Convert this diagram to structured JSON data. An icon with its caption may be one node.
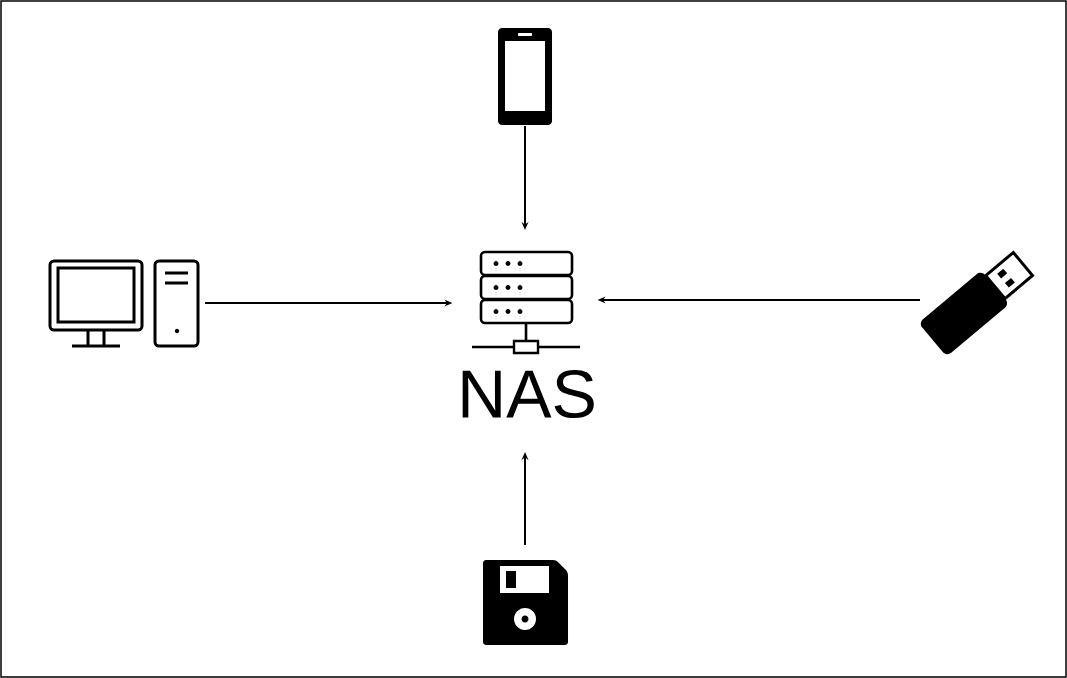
{
  "diagram": {
    "nodes": [
      {
        "text": [
          "NAS"
        ]
      },
      {
        "text": [],
        "shape": "picture"
      },
      {
        "text": [],
        "shape": "picture"
      },
      {
        "text": [],
        "shape": "picture"
      },
      {
        "text": [],
        "shape": "picture"
      }
    ],
    "edges": [
      {
        "from": 1,
        "to": 0,
        "arrow": "to"
      },
      {
        "from": 2,
        "to": 0,
        "arrow": "to"
      },
      {
        "from": 3,
        "to": 0,
        "arrow": "to"
      },
      {
        "from": 4,
        "to": 0,
        "arrow": "to"
      }
    ]
  }
}
